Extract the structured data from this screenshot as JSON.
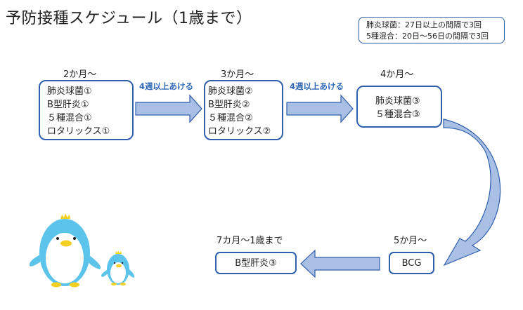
{
  "title": "予防接種スケジュール（1歳まで）",
  "note": {
    "lines": [
      "肺炎球菌：27日以上の間隔で3回",
      "5種混合：20日〜56日の間隔で3回"
    ]
  },
  "stages": [
    {
      "age": "2か月〜",
      "vaccines": [
        "肺炎球菌①",
        "B型肝炎①",
        "５種混合①",
        "ロタリックス①"
      ]
    },
    {
      "age": "3か月〜",
      "vaccines": [
        "肺炎球菌②",
        "B型肝炎②",
        "５種混合②",
        "ロタリックス②"
      ]
    },
    {
      "age": "4か月〜",
      "vaccines": [
        "肺炎球菌③",
        "５種混合③"
      ]
    },
    {
      "age": "5か月〜",
      "vaccines": [
        "BCG"
      ]
    },
    {
      "age": "7カ月〜1歳まで",
      "vaccines": [
        "B型肝炎③"
      ]
    }
  ],
  "intervals": [
    {
      "label": "4週以上あける"
    },
    {
      "label": "4週以上あける"
    }
  ],
  "colors": {
    "box_border": "#2f5fad",
    "arrow_fill": "#a9bfe3",
    "arrow_stroke": "#2f5fad",
    "interval_text": "#2f67b5",
    "penguin_body": "#5cc4ea",
    "penguin_beak": "#f5d020"
  },
  "illustration": "penguin-parent-and-child"
}
